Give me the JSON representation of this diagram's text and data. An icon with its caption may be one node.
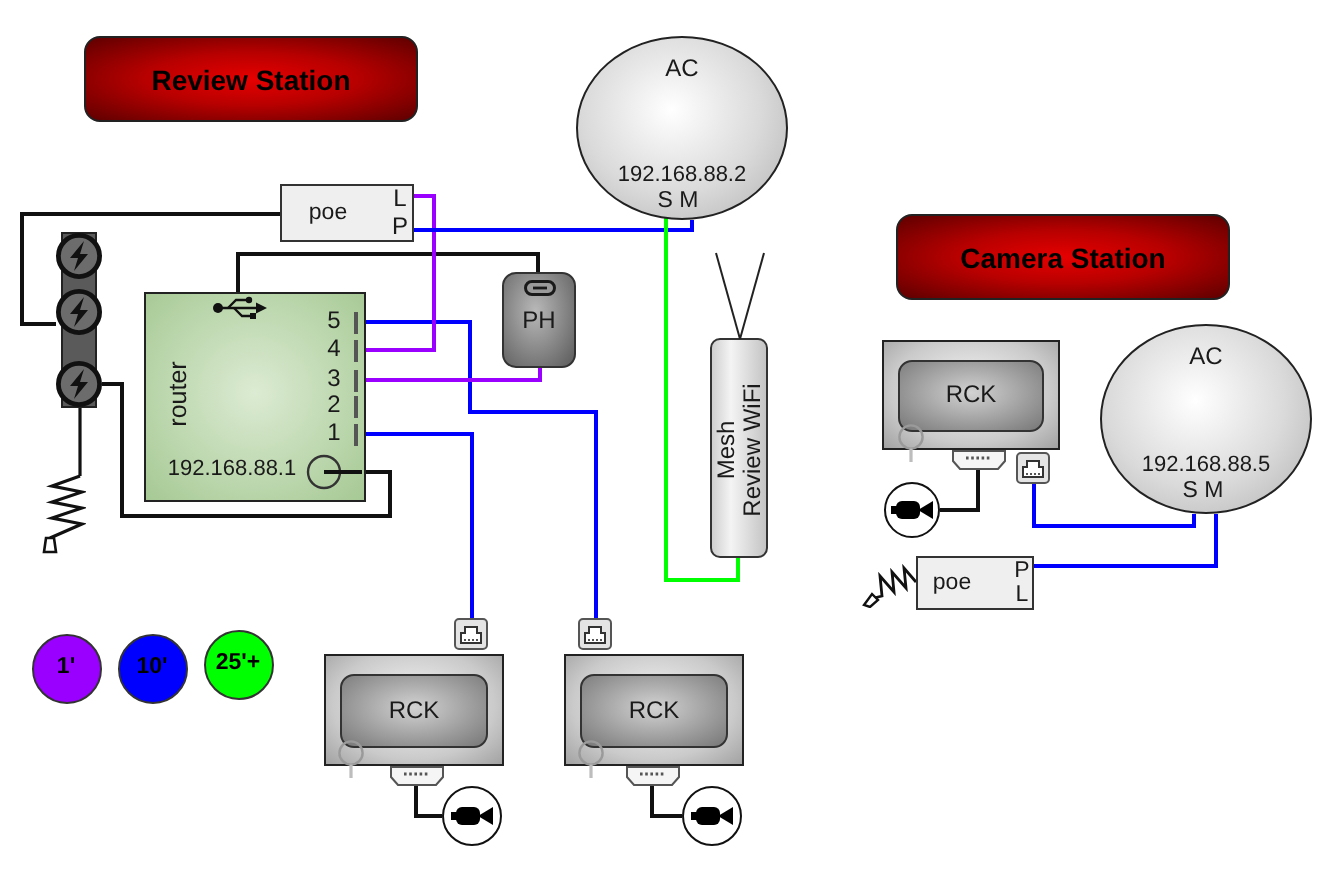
{
  "diagram": {
    "nodes": [
      {
        "text": [
          "Review Station"
        ]
      },
      {
        "text": [
          "AC",
          "192.168.88.2",
          "S M"
        ]
      },
      {
        "text": [
          "poe",
          "L",
          "P"
        ]
      },
      {
        "text": [],
        "shape": "picture"
      },
      {
        "text": [
          "router",
          "5",
          "4",
          "3",
          "2",
          "1",
          "192.168.88.1"
        ]
      },
      {
        "text": [
          "PH"
        ]
      },
      {
        "text": [
          "Mesh Review WiFi"
        ]
      },
      {
        "text": [
          "Camera Station"
        ]
      },
      {
        "text": [
          "RCK"
        ]
      },
      {
        "text": [
          "AC",
          "192.168.88.5",
          "S M"
        ]
      },
      {
        "text": [],
        "shape": "camera"
      },
      {
        "text": [
          "poe",
          "P",
          "L"
        ]
      },
      {
        "text": [
          "RCK"
        ]
      },
      {
        "text": [
          "RCK"
        ]
      },
      {
        "text": [],
        "shape": "camera"
      },
      {
        "text": [],
        "shape": "camera"
      }
    ],
    "edges": [
      {
        "from": 2,
        "to": 3,
        "arrow": "none"
      },
      {
        "from": 3,
        "to": 4,
        "arrow": "none"
      },
      {
        "from": 4,
        "to": 5,
        "arrow": "none"
      },
      {
        "from": 4,
        "to": 13,
        "arrow": "none",
        "color": "#0000ff"
      },
      {
        "from": 4,
        "to": 2,
        "arrow": "none",
        "color": "#9900ff"
      },
      {
        "from": 4,
        "to": 5,
        "arrow": "none",
        "color": "#9900ff"
      },
      {
        "from": 4,
        "to": 12,
        "arrow": "none",
        "color": "#0000ff"
      },
      {
        "from": 2,
        "to": 1,
        "arrow": "none",
        "color": "#0000ff"
      },
      {
        "from": 1,
        "to": 6,
        "arrow": "none",
        "color": "#00ff00"
      },
      {
        "from": 8,
        "to": 9,
        "arrow": "none",
        "color": "#0000ff"
      },
      {
        "from": 9,
        "to": 11,
        "arrow": "none",
        "color": "#0000ff"
      },
      {
        "from": 12,
        "to": 14,
        "arrow": "none"
      },
      {
        "from": 13,
        "to": 15,
        "arrow": "none"
      },
      {
        "from": 8,
        "to": 10,
        "arrow": "none"
      }
    ],
    "legend": [
      {
        "text": "1'",
        "color": "#9900ff"
      },
      {
        "text": "10'",
        "color": "#0000ff"
      },
      {
        "text": "25'+",
        "color": "#00ff00"
      }
    ]
  }
}
